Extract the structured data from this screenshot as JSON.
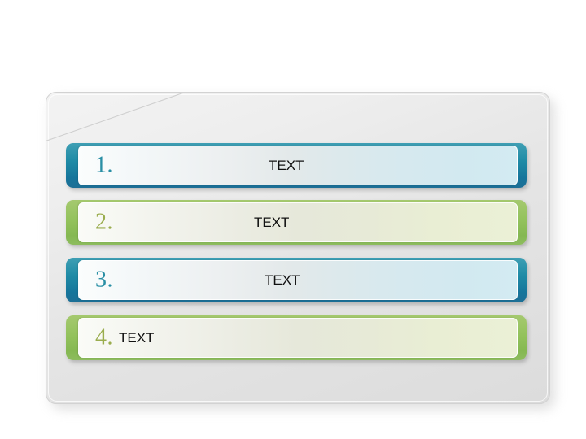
{
  "slide": {
    "background_color": "#ffffff",
    "card": {
      "name": "content-card",
      "background_color": "#e8e8e8",
      "border_color": "#d2d2d2",
      "corner_fold": true
    },
    "rows": [
      {
        "number": "1.",
        "text": "TEXT",
        "accent_color": "#1f8ba6",
        "number_color": "#2a8fa5",
        "theme": "teal",
        "text_align": "center"
      },
      {
        "number": "2.",
        "text": "TEXT",
        "accent_color": "#93c25c",
        "number_color": "#9aad4e",
        "theme": "green",
        "text_align": "center"
      },
      {
        "number": "3.",
        "text": "TEXT",
        "accent_color": "#1f8ba6",
        "number_color": "#2a8fa5",
        "theme": "teal",
        "text_align": "center"
      },
      {
        "number": "4.",
        "text": "TEXT",
        "accent_color": "#93c25c",
        "number_color": "#9aad4e",
        "theme": "green",
        "text_align": "left"
      }
    ]
  }
}
